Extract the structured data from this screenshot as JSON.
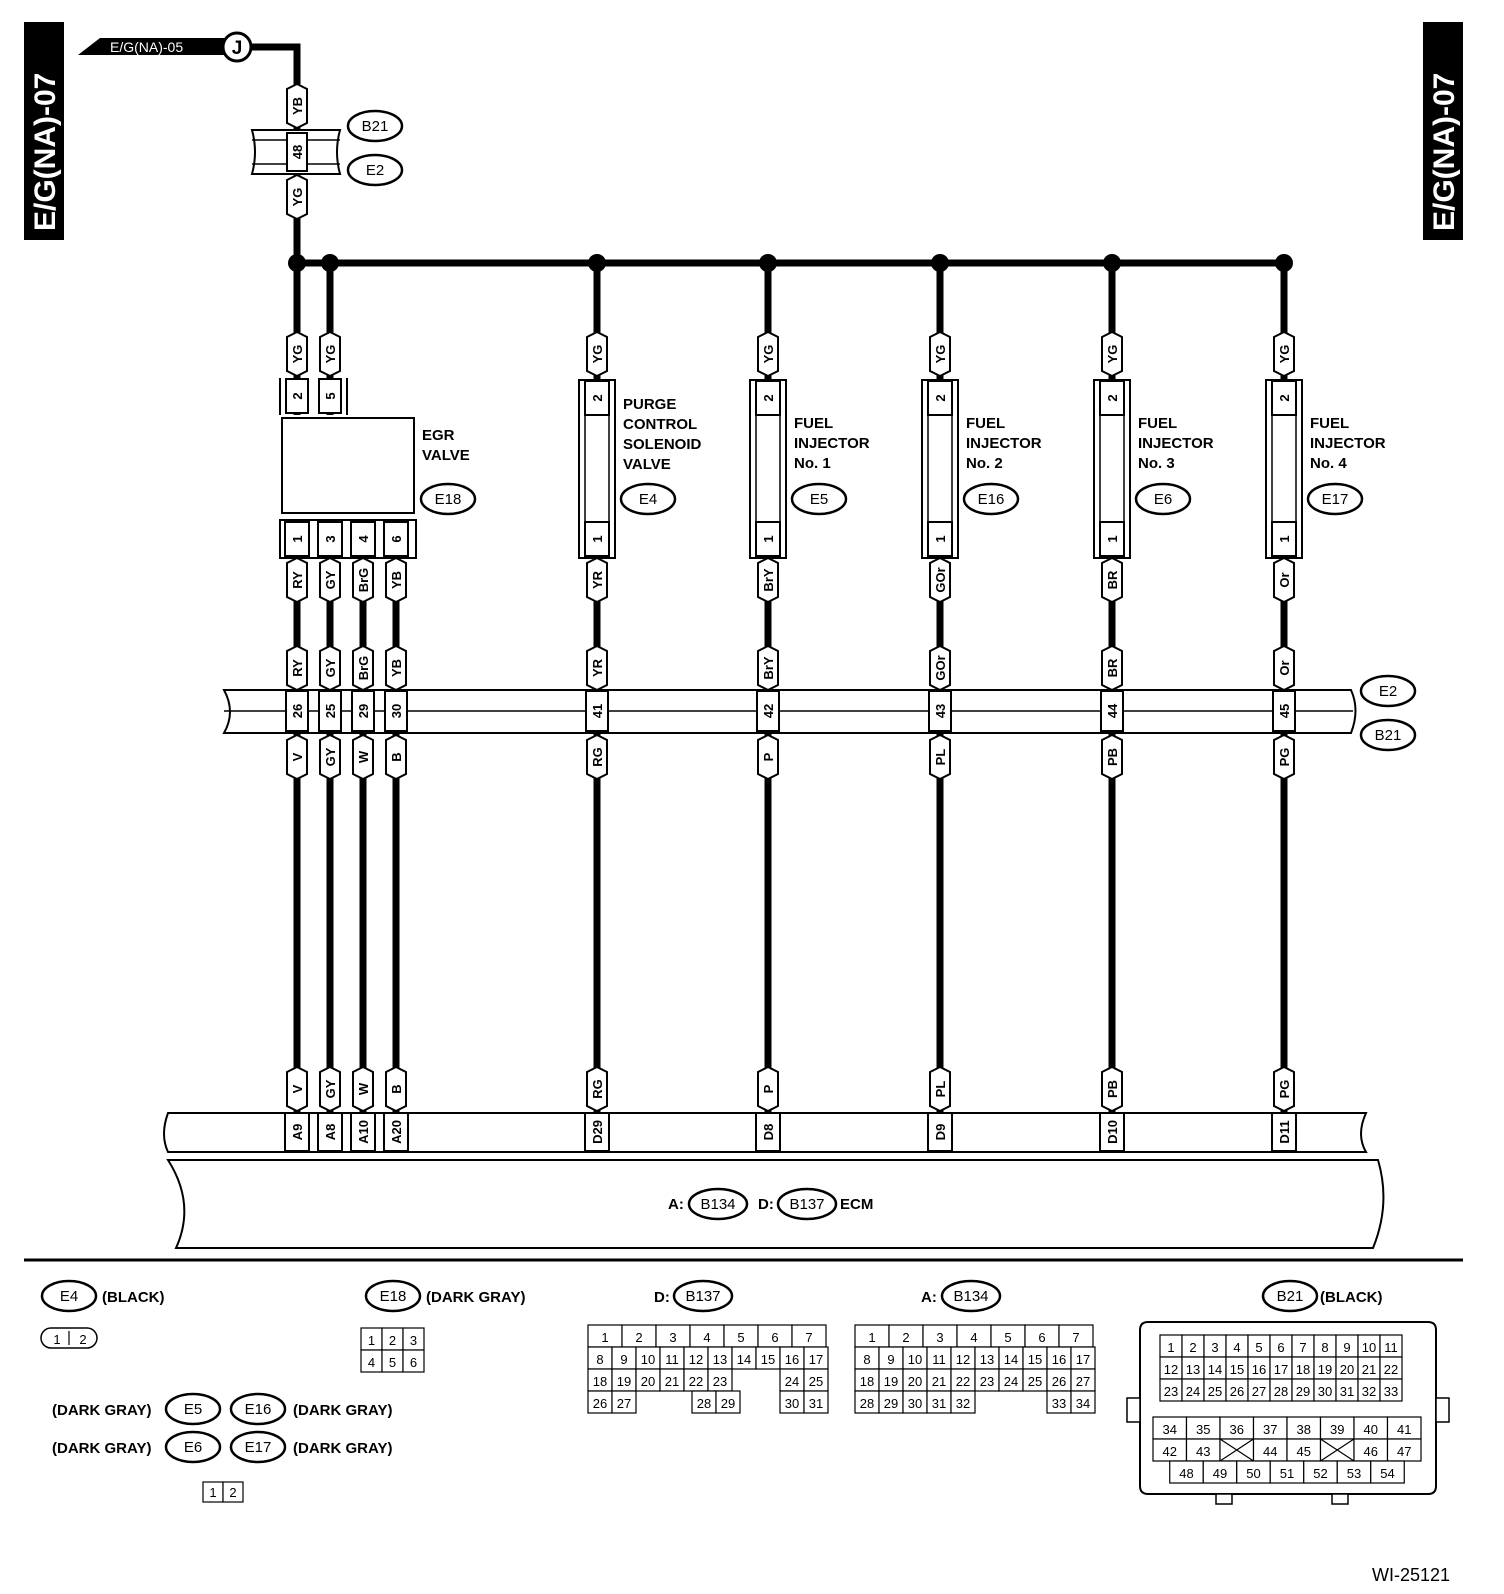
{
  "side_labels": {
    "left": "E/G(NA)-07",
    "right": "E/G(NA)-07"
  },
  "top_ref": {
    "text": "E/G(NA)-05",
    "junction": "J"
  },
  "top_connector": {
    "wire_above": "YB",
    "pin": "48",
    "wire_below": "YG",
    "tag_top": "B21",
    "tag_bottom": "E2"
  },
  "bus": {
    "tags": [
      "E2",
      "B21"
    ]
  },
  "ecm": {
    "prefix_a": "A:",
    "tag_a": "B134",
    "prefix_d": "D:",
    "tag_d": "B137",
    "label": "ECM"
  },
  "components": [
    {
      "id": "egr",
      "name": [
        "EGR",
        "VALVE"
      ],
      "tag": "E18",
      "top_pins": [
        "2",
        "5"
      ],
      "top_colors": [
        "YG",
        "YG"
      ],
      "bottom_pins": [
        "1",
        "3",
        "4",
        "6"
      ],
      "bottom_colors": [
        "RY",
        "GY",
        "BrG",
        "YB"
      ],
      "bus_pins": [
        "26",
        "25",
        "29",
        "30"
      ],
      "ecm_colors": [
        "V",
        "GY",
        "W",
        "B"
      ],
      "ecm_pins": [
        "A9",
        "A8",
        "A10",
        "A20"
      ]
    },
    {
      "id": "purge",
      "name": [
        "PURGE",
        "CONTROL",
        "SOLENOID",
        "VALVE"
      ],
      "tag": "E4",
      "top_pins": [
        "2"
      ],
      "top_colors": [
        "YG"
      ],
      "bottom_pins": [
        "1"
      ],
      "bottom_colors": [
        "YR"
      ],
      "bus_pins": [
        "41"
      ],
      "ecm_colors": [
        "RG"
      ],
      "ecm_pins": [
        "D29"
      ]
    },
    {
      "id": "inj1",
      "name": [
        "FUEL",
        "INJECTOR",
        "No. 1"
      ],
      "tag": "E5",
      "top_pins": [
        "2"
      ],
      "top_colors": [
        "YG"
      ],
      "bottom_pins": [
        "1"
      ],
      "bottom_colors": [
        "BrY"
      ],
      "bus_pins": [
        "42"
      ],
      "ecm_colors": [
        "P"
      ],
      "ecm_pins": [
        "D8"
      ]
    },
    {
      "id": "inj2",
      "name": [
        "FUEL",
        "INJECTOR",
        "No. 2"
      ],
      "tag": "E16",
      "top_pins": [
        "2"
      ],
      "top_colors": [
        "YG"
      ],
      "bottom_pins": [
        "1"
      ],
      "bottom_colors": [
        "GOr"
      ],
      "bus_pins": [
        "43"
      ],
      "ecm_colors": [
        "PL"
      ],
      "ecm_pins": [
        "D9"
      ]
    },
    {
      "id": "inj3",
      "name": [
        "FUEL",
        "INJECTOR",
        "No. 3"
      ],
      "tag": "E6",
      "top_pins": [
        "2"
      ],
      "top_colors": [
        "YG"
      ],
      "bottom_pins": [
        "1"
      ],
      "bottom_colors": [
        "BR"
      ],
      "bus_pins": [
        "44"
      ],
      "ecm_colors": [
        "PB"
      ],
      "ecm_pins": [
        "D10"
      ]
    },
    {
      "id": "inj4",
      "name": [
        "FUEL",
        "INJECTOR",
        "No. 4"
      ],
      "tag": "E17",
      "top_pins": [
        "2"
      ],
      "top_colors": [
        "YG"
      ],
      "bottom_pins": [
        "1"
      ],
      "bottom_colors": [
        "Or"
      ],
      "bus_pins": [
        "45"
      ],
      "ecm_colors": [
        "PG"
      ],
      "ecm_pins": [
        "D11"
      ]
    }
  ],
  "legend": {
    "e4": {
      "tag": "E4",
      "color": "(BLACK)",
      "pins": [
        "1",
        "2"
      ]
    },
    "e18": {
      "tag": "E18",
      "color": "(DARK GRAY)",
      "pins": [
        [
          "1",
          "2",
          "3"
        ],
        [
          "4",
          "5",
          "6"
        ]
      ]
    },
    "inj_group": {
      "row1": [
        "(DARK GRAY)",
        "E5",
        "E16",
        "(DARK GRAY)"
      ],
      "row2": [
        "(DARK GRAY)",
        "E6",
        "E17",
        "(DARK GRAY)"
      ],
      "pins": [
        "1",
        "2"
      ]
    },
    "b137": {
      "prefix": "D:",
      "tag": "B137",
      "rows": [
        [
          "1",
          "2",
          "3",
          "4",
          "5",
          "6",
          "7"
        ],
        [
          "8",
          "9",
          "10",
          "11",
          "12",
          "13",
          "14",
          "15",
          "16",
          "17"
        ],
        [
          "18",
          "19",
          "20",
          "21",
          "22",
          "23",
          "24",
          "25"
        ],
        [
          "26",
          "27",
          "28",
          "29",
          "30",
          "31"
        ]
      ]
    },
    "b134": {
      "prefix": "A:",
      "tag": "B134",
      "rows": [
        [
          "1",
          "2",
          "3",
          "4",
          "5",
          "6",
          "7"
        ],
        [
          "8",
          "9",
          "10",
          "11",
          "12",
          "13",
          "14",
          "15",
          "16",
          "17"
        ],
        [
          "18",
          "19",
          "20",
          "21",
          "22",
          "23",
          "24",
          "25",
          "26",
          "27"
        ],
        [
          "28",
          "29",
          "30",
          "31",
          "32",
          "33",
          "34"
        ]
      ]
    },
    "b21": {
      "tag": "B21",
      "color": "(BLACK)",
      "rows": [
        [
          "1",
          "2",
          "3",
          "4",
          "5",
          "6",
          "7",
          "8",
          "9",
          "10",
          "11"
        ],
        [
          "12",
          "13",
          "14",
          "15",
          "16",
          "17",
          "18",
          "19",
          "20",
          "21",
          "22"
        ],
        [
          "23",
          "24",
          "25",
          "26",
          "27",
          "28",
          "29",
          "30",
          "31",
          "32",
          "33"
        ],
        [
          "34",
          "35",
          "36",
          "37",
          "38",
          "39",
          "40",
          "41"
        ],
        [
          "42",
          "43",
          "44",
          "45",
          "46",
          "47"
        ],
        [
          "48",
          "49",
          "50",
          "51",
          "52",
          "53",
          "54"
        ]
      ]
    }
  },
  "figure_id": "WI-25121"
}
